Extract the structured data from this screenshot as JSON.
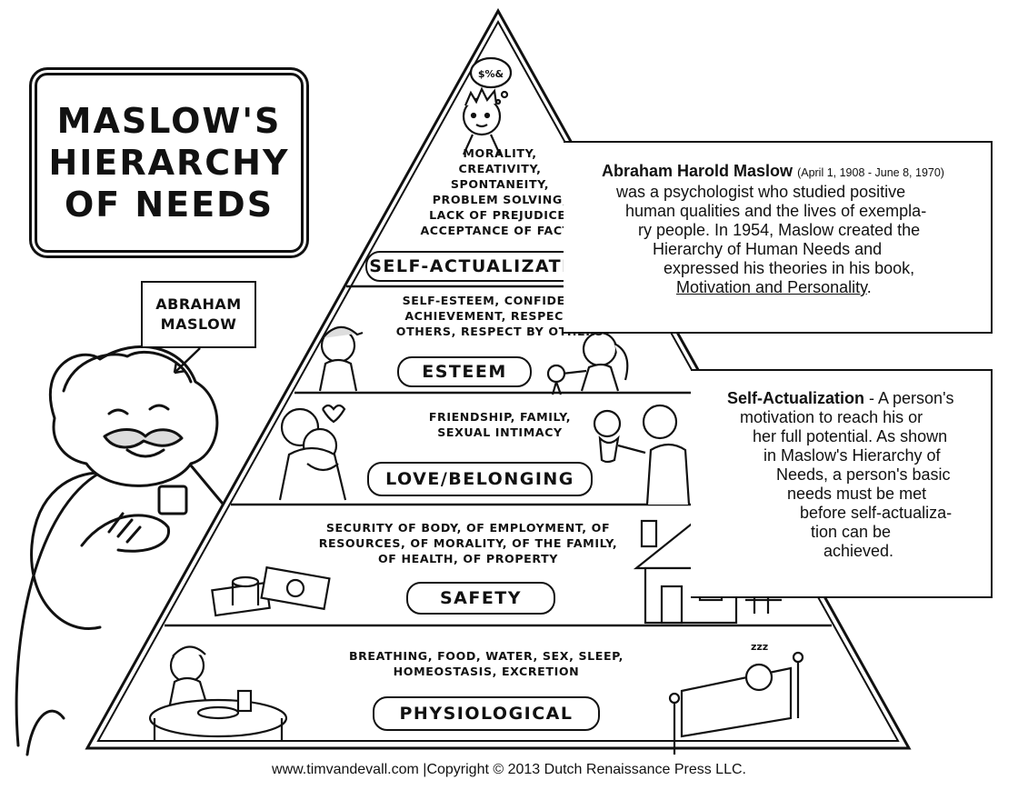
{
  "title": {
    "lines": [
      "MASLOW'S",
      "HIERARCHY",
      "OF NEEDS"
    ]
  },
  "name_tag": {
    "lines": [
      "ABRAHAM",
      "MASLOW"
    ]
  },
  "levels": [
    {
      "label": "SELF-ACTUALIZATION",
      "needs": [
        "MORALITY,",
        "CREATIVITY,",
        "SPONTANEITY,",
        "PROBLEM SOLVING,",
        "LACK OF PREJUDICE,",
        "ACCEPTANCE OF FACTS"
      ]
    },
    {
      "label": "ESTEEM",
      "needs": [
        "SELF-ESTEEM, CONFIDENCE,",
        "ACHIEVEMENT, RESPECT OF",
        "OTHERS, RESPECT BY OTHERS"
      ]
    },
    {
      "label": "LOVE/BELONGING",
      "needs": [
        "FRIENDSHIP, FAMILY,",
        "SEXUAL INTIMACY"
      ]
    },
    {
      "label": "SAFETY",
      "needs": [
        "SECURITY OF BODY, OF EMPLOYMENT, OF",
        "RESOURCES, OF MORALITY, OF THE FAMILY,",
        "OF HEALTH, OF PROPERTY"
      ]
    },
    {
      "label": "PHYSIOLOGICAL",
      "needs": [
        "BREATHING, FOOD, WATER, SEX, SLEEP,",
        "HOMEOSTASIS, EXCRETION"
      ]
    }
  ],
  "bio": {
    "name": "Abraham Harold Maslow",
    "dates": "(April 1, 1908 - June 8, 1970)",
    "lines": [
      "was a psychologist who studied positive",
      "human qualities and the lives of exempla-",
      "ry people. In 1954, Maslow created the",
      "Hierarchy of Human Needs and",
      "expressed his theories in his book,"
    ],
    "book": "Motivation and Personality",
    "end": "."
  },
  "definition": {
    "term": "Self-Actualization",
    "first": " - A person's",
    "lines": [
      "motivation to reach his or",
      "her full potential. As shown",
      "in Maslow's Hierarchy of",
      "Needs, a person's basic",
      "needs must be met",
      "before self-actualiza-",
      "tion can be",
      "achieved."
    ]
  },
  "thought_bubble": "$%&",
  "sleep_zzz": "zzz",
  "footer": "www.timvandevall.com |Copyright © 2013 Dutch Renaissance Press LLC."
}
